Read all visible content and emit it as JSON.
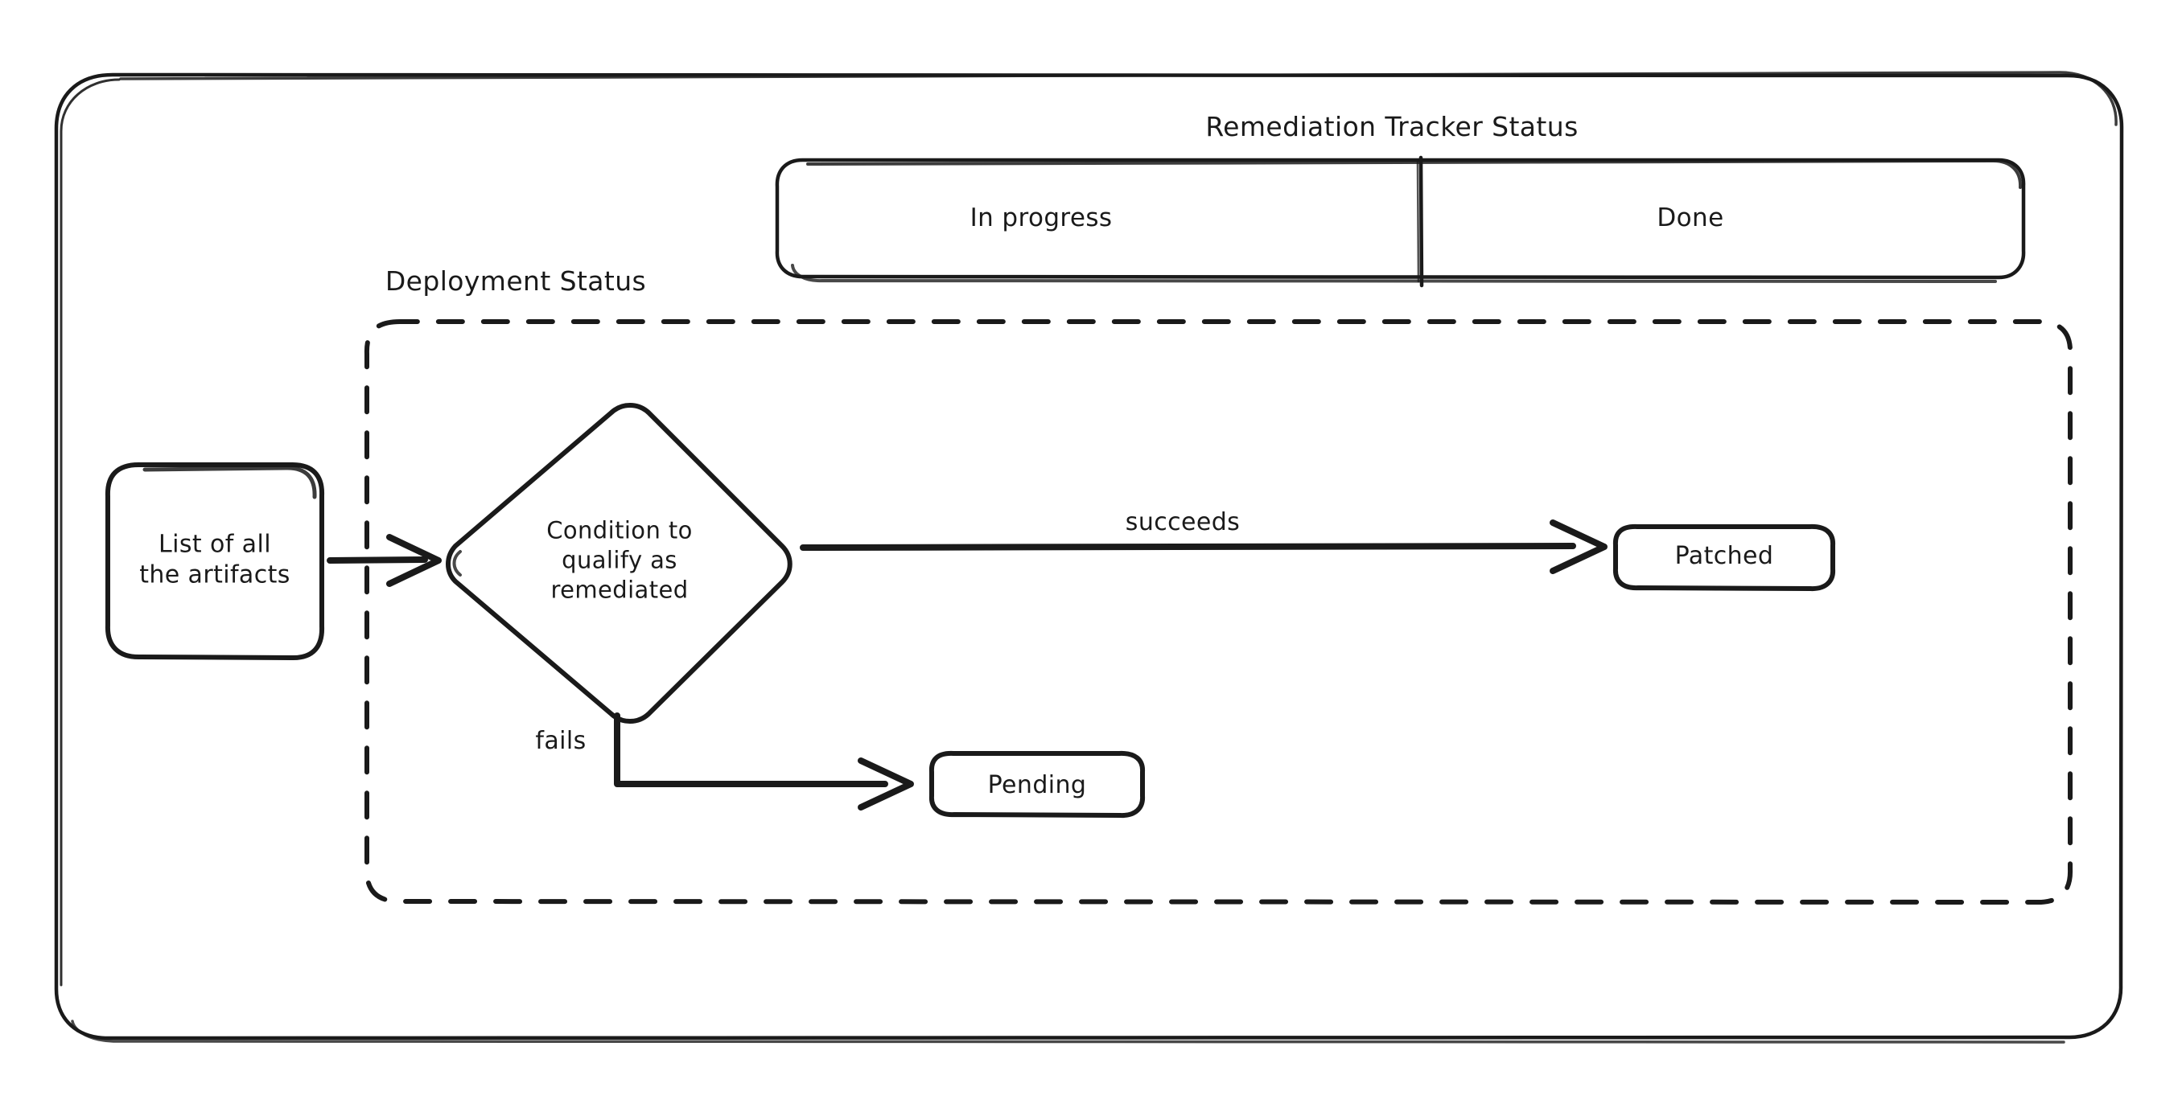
{
  "diagram": {
    "type": "flowchart",
    "style": "hand-drawn sketch",
    "stroke_color": "#1a1a1a",
    "background_color": "#ffffff",
    "outer_frame": {
      "name": "outer-container",
      "shape": "rounded-rectangle"
    },
    "swimlane_title": "Remediation Tracker Status",
    "status_bar": {
      "cells": [
        {
          "label": "In progress"
        },
        {
          "label": "Done"
        }
      ]
    },
    "group_label": "Deployment Status",
    "nodes": [
      {
        "id": "artifacts",
        "label": "List of all\nthe artifacts",
        "shape": "rounded-rectangle"
      },
      {
        "id": "condition",
        "label": "Condition to\nqualify as\nremediated",
        "shape": "diamond"
      },
      {
        "id": "patched",
        "label": "Patched",
        "shape": "rounded-rectangle"
      },
      {
        "id": "pending",
        "label": "Pending",
        "shape": "rounded-rectangle"
      }
    ],
    "edges": [
      {
        "from": "artifacts",
        "to": "condition",
        "label": ""
      },
      {
        "from": "condition",
        "to": "patched",
        "label": "succeeds"
      },
      {
        "from": "condition",
        "to": "pending",
        "label": "fails"
      }
    ]
  }
}
